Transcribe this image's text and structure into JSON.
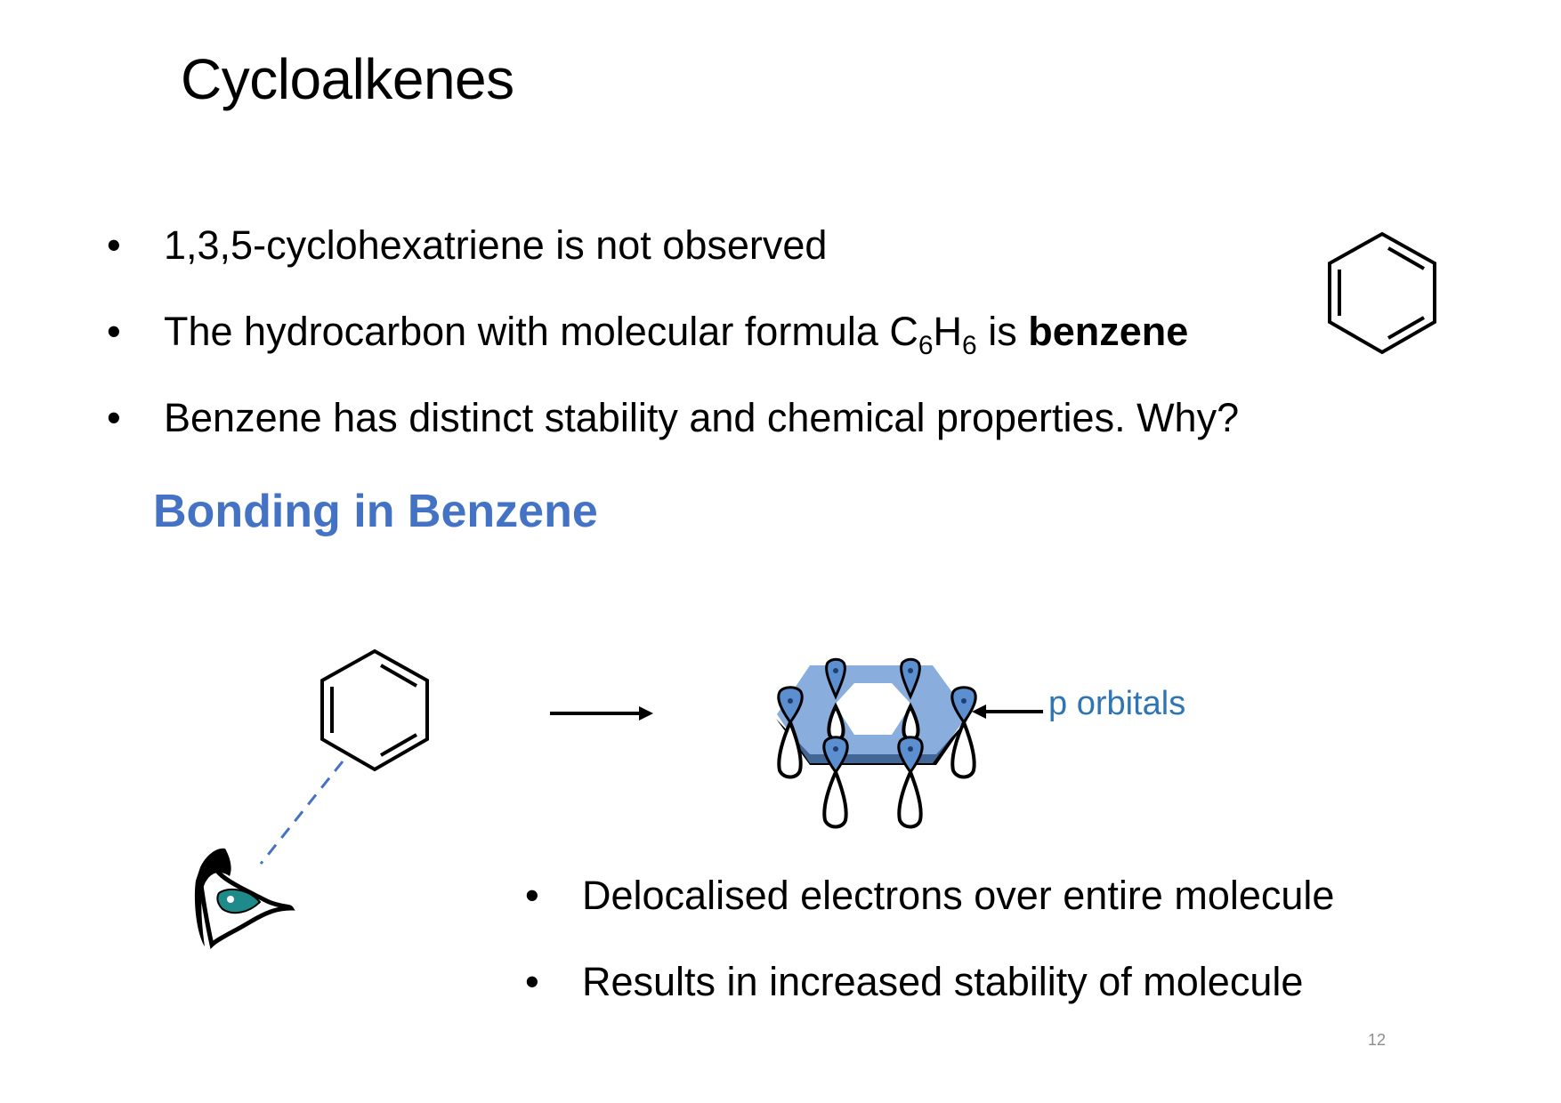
{
  "slide": {
    "title": "Cycloalkenes",
    "bullet_symbol": "•",
    "bullets": {
      "b1": "1,3,5-cyclohexatriene is not observed",
      "b2_pre": "The hydrocarbon with molecular formula C",
      "b2_sub1": "6",
      "b2_mid": "H",
      "b2_sub2": "6",
      "b2_post": " is ",
      "b2_bold": "benzene",
      "b3": "Benzene has distinct stability and chemical properties. Why?"
    },
    "subheading": "Bonding in Benzene",
    "p_orbitals_label": "p orbitals",
    "bullets2": {
      "b1": "Delocalised electrons over entire molecule",
      "b2": "Results in increased stability of molecule"
    },
    "page_number": "12"
  },
  "colors": {
    "subheading": "#4472c4",
    "label": "#2e75b6",
    "orbital_fill": "#5b8fd0",
    "dashed_line": "#4472c4",
    "eye_iris": "#1e8a8a"
  }
}
